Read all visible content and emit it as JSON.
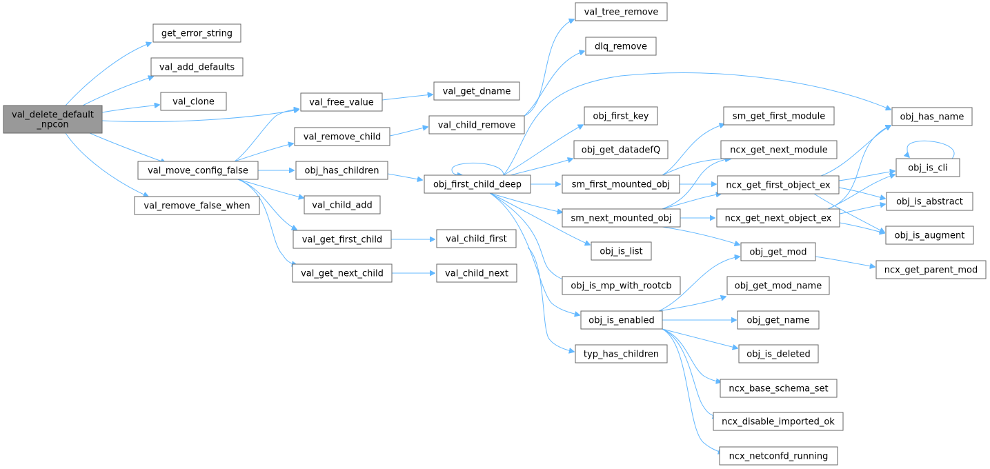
{
  "diagram": {
    "colors": {
      "edge": "#63b8ff",
      "node_border": "#666666",
      "node_fill": "#ffffff",
      "root_fill": "#999999",
      "text": "#000000"
    },
    "nodes": [
      {
        "id": "root",
        "label": [
          "val_delete_default",
          "_npcon"
        ],
        "root": true
      },
      {
        "id": "get_error_string",
        "label": [
          "get_error_string"
        ]
      },
      {
        "id": "val_add_defaults",
        "label": [
          "val_add_defaults"
        ]
      },
      {
        "id": "val_clone",
        "label": [
          "val_clone"
        ]
      },
      {
        "id": "val_free_value",
        "label": [
          "val_free_value"
        ]
      },
      {
        "id": "val_move_config_false",
        "label": [
          "val_move_config_false"
        ]
      },
      {
        "id": "val_remove_false_when",
        "label": [
          "val_remove_false_when"
        ]
      },
      {
        "id": "val_get_dname",
        "label": [
          "val_get_dname"
        ]
      },
      {
        "id": "val_remove_child",
        "label": [
          "val_remove_child"
        ]
      },
      {
        "id": "val_child_remove",
        "label": [
          "val_child_remove"
        ]
      },
      {
        "id": "obj_has_children",
        "label": [
          "obj_has_children"
        ]
      },
      {
        "id": "val_child_add",
        "label": [
          "val_child_add"
        ]
      },
      {
        "id": "val_get_first_child",
        "label": [
          "val_get_first_child"
        ]
      },
      {
        "id": "val_get_next_child",
        "label": [
          "val_get_next_child"
        ]
      },
      {
        "id": "val_child_first",
        "label": [
          "val_child_first"
        ]
      },
      {
        "id": "val_child_next",
        "label": [
          "val_child_next"
        ]
      },
      {
        "id": "val_tree_remove",
        "label": [
          "val_tree_remove"
        ]
      },
      {
        "id": "dlq_remove",
        "label": [
          "dlq_remove"
        ]
      },
      {
        "id": "obj_first_child_deep",
        "label": [
          "obj_first_child_deep"
        ]
      },
      {
        "id": "obj_first_key",
        "label": [
          "obj_first_key"
        ]
      },
      {
        "id": "obj_get_datadefQ",
        "label": [
          "obj_get_datadefQ"
        ]
      },
      {
        "id": "sm_first_mounted_obj",
        "label": [
          "sm_first_mounted_obj"
        ]
      },
      {
        "id": "sm_next_mounted_obj",
        "label": [
          "sm_next_mounted_obj"
        ]
      },
      {
        "id": "obj_is_list",
        "label": [
          "obj_is_list"
        ]
      },
      {
        "id": "obj_is_mp_with_rootcb",
        "label": [
          "obj_is_mp_with_rootcb"
        ]
      },
      {
        "id": "obj_is_enabled",
        "label": [
          "obj_is_enabled"
        ]
      },
      {
        "id": "typ_has_children",
        "label": [
          "typ_has_children"
        ]
      },
      {
        "id": "sm_get_first_module",
        "label": [
          "sm_get_first_module"
        ]
      },
      {
        "id": "ncx_get_next_module",
        "label": [
          "ncx_get_next_module"
        ]
      },
      {
        "id": "ncx_get_first_object_ex",
        "label": [
          "ncx_get_first_object_ex"
        ]
      },
      {
        "id": "ncx_get_next_object_ex",
        "label": [
          "ncx_get_next_object_ex"
        ]
      },
      {
        "id": "obj_get_mod",
        "label": [
          "obj_get_mod"
        ]
      },
      {
        "id": "obj_get_mod_name",
        "label": [
          "obj_get_mod_name"
        ]
      },
      {
        "id": "obj_get_name",
        "label": [
          "obj_get_name"
        ]
      },
      {
        "id": "obj_is_deleted",
        "label": [
          "obj_is_deleted"
        ]
      },
      {
        "id": "ncx_base_schema_set",
        "label": [
          "ncx_base_schema_set"
        ]
      },
      {
        "id": "ncx_disable_imported_ok",
        "label": [
          "ncx_disable_imported_ok"
        ]
      },
      {
        "id": "ncx_netconfd_running",
        "label": [
          "ncx_netconfd_running"
        ]
      },
      {
        "id": "obj_has_name",
        "label": [
          "obj_has_name"
        ]
      },
      {
        "id": "obj_is_cli",
        "label": [
          "obj_is_cli"
        ]
      },
      {
        "id": "obj_is_abstract",
        "label": [
          "obj_is_abstract"
        ]
      },
      {
        "id": "obj_is_augment",
        "label": [
          "obj_is_augment"
        ]
      },
      {
        "id": "ncx_get_parent_mod",
        "label": [
          "ncx_get_parent_mod"
        ]
      }
    ],
    "edges": [
      [
        "root",
        "get_error_string"
      ],
      [
        "root",
        "val_add_defaults"
      ],
      [
        "root",
        "val_clone"
      ],
      [
        "root",
        "val_free_value"
      ],
      [
        "root",
        "val_move_config_false"
      ],
      [
        "root",
        "val_remove_false_when"
      ],
      [
        "val_free_value",
        "val_get_dname"
      ],
      [
        "val_move_config_false",
        "val_free_value"
      ],
      [
        "val_move_config_false",
        "val_remove_child"
      ],
      [
        "val_move_config_false",
        "obj_has_children"
      ],
      [
        "val_move_config_false",
        "val_child_add"
      ],
      [
        "val_move_config_false",
        "val_get_first_child"
      ],
      [
        "val_move_config_false",
        "val_get_next_child"
      ],
      [
        "val_remove_child",
        "val_child_remove"
      ],
      [
        "val_child_remove",
        "val_tree_remove"
      ],
      [
        "val_child_remove",
        "dlq_remove"
      ],
      [
        "obj_has_children",
        "obj_first_child_deep"
      ],
      [
        "val_get_first_child",
        "val_child_first"
      ],
      [
        "val_get_next_child",
        "val_child_next"
      ],
      [
        "val_child_first",
        "typ_has_children"
      ],
      [
        "obj_first_child_deep",
        "obj_first_child_deep"
      ],
      [
        "obj_first_child_deep",
        "obj_has_name"
      ],
      [
        "obj_first_child_deep",
        "obj_first_key"
      ],
      [
        "obj_first_child_deep",
        "obj_get_datadefQ"
      ],
      [
        "obj_first_child_deep",
        "sm_first_mounted_obj"
      ],
      [
        "obj_first_child_deep",
        "sm_next_mounted_obj"
      ],
      [
        "obj_first_child_deep",
        "obj_is_list"
      ],
      [
        "obj_first_child_deep",
        "obj_is_mp_with_rootcb"
      ],
      [
        "obj_first_child_deep",
        "obj_is_enabled"
      ],
      [
        "sm_first_mounted_obj",
        "sm_get_first_module"
      ],
      [
        "sm_first_mounted_obj",
        "ncx_get_next_module"
      ],
      [
        "sm_first_mounted_obj",
        "ncx_get_first_object_ex"
      ],
      [
        "sm_next_mounted_obj",
        "ncx_get_next_module"
      ],
      [
        "sm_next_mounted_obj",
        "ncx_get_first_object_ex"
      ],
      [
        "sm_next_mounted_obj",
        "ncx_get_next_object_ex"
      ],
      [
        "sm_next_mounted_obj",
        "obj_get_mod"
      ],
      [
        "ncx_get_first_object_ex",
        "obj_has_name"
      ],
      [
        "ncx_get_first_object_ex",
        "obj_is_cli"
      ],
      [
        "ncx_get_first_object_ex",
        "obj_is_abstract"
      ],
      [
        "ncx_get_first_object_ex",
        "obj_is_augment"
      ],
      [
        "ncx_get_next_object_ex",
        "obj_has_name"
      ],
      [
        "ncx_get_next_object_ex",
        "obj_is_cli"
      ],
      [
        "ncx_get_next_object_ex",
        "obj_is_abstract"
      ],
      [
        "ncx_get_next_object_ex",
        "obj_is_augment"
      ],
      [
        "obj_is_cli",
        "obj_is_cli"
      ],
      [
        "obj_get_mod",
        "ncx_get_parent_mod"
      ],
      [
        "obj_is_enabled",
        "obj_get_mod"
      ],
      [
        "obj_is_enabled",
        "obj_get_mod_name"
      ],
      [
        "obj_is_enabled",
        "obj_get_name"
      ],
      [
        "obj_is_enabled",
        "obj_is_deleted"
      ],
      [
        "obj_is_enabled",
        "ncx_base_schema_set"
      ],
      [
        "obj_is_enabled",
        "ncx_disable_imported_ok"
      ],
      [
        "obj_is_enabled",
        "ncx_netconfd_running"
      ]
    ]
  }
}
